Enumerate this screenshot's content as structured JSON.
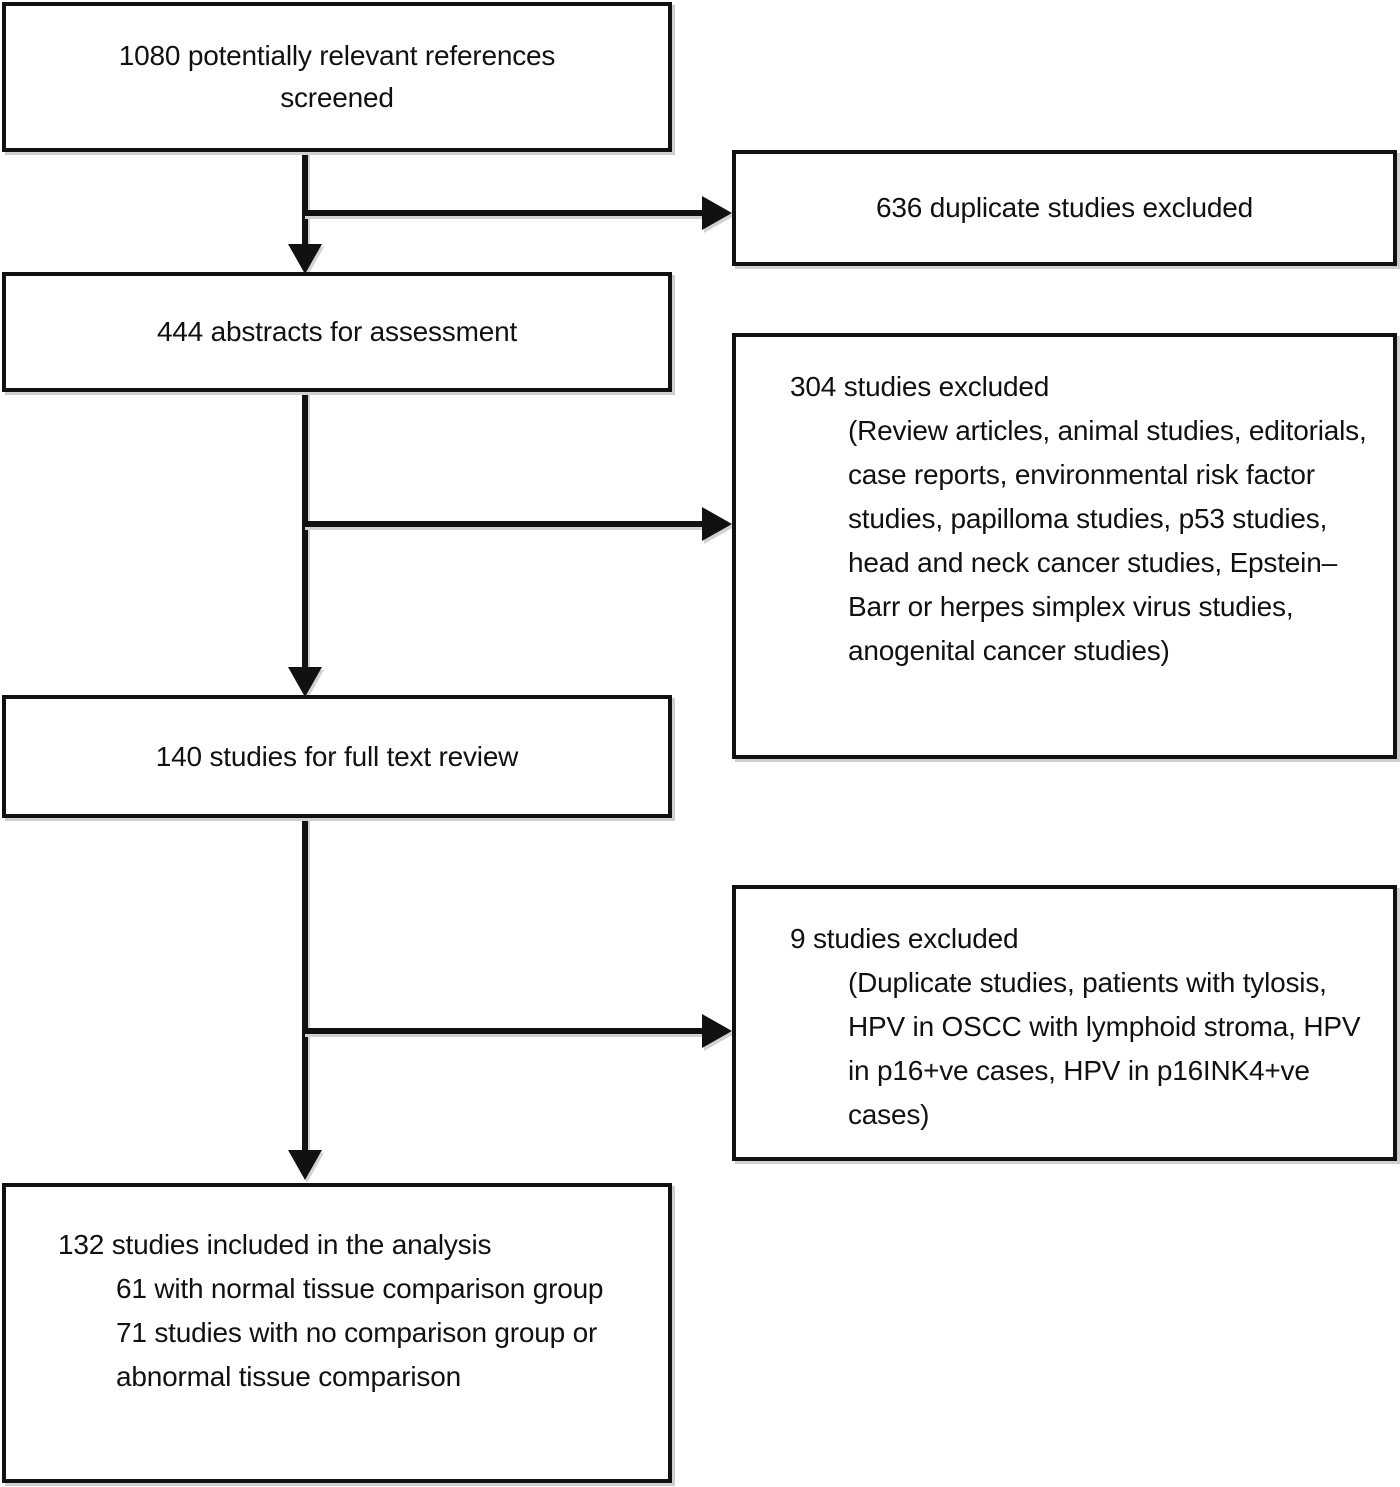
{
  "diagram": {
    "type": "prisma-study-selection-flowchart",
    "boxes": {
      "screened": {
        "text": "1080 potentially relevant references\nscreened",
        "count": 1080
      },
      "duplicates_excluded": {
        "text": "636 duplicate studies excluded",
        "count": 636
      },
      "abstracts": {
        "text": "444 abstracts for assessment",
        "count": 444
      },
      "abstracts_excluded": {
        "heading": "304 studies excluded",
        "detail": "(Review articles, animal studies, editorials, case reports, environmental risk factor studies, papilloma studies, p53 studies, head and neck cancer studies, Epstein–Barr or herpes simplex virus studies, anogenital cancer studies)",
        "count": 304
      },
      "fulltext": {
        "text": "140 studies for full text review",
        "count": 140
      },
      "fulltext_excluded": {
        "heading": "9 studies excluded",
        "detail": "(Duplicate studies, patients with tylosis, HPV in OSCC with lymphoid stroma, HPV in p16+ve cases, HPV in p16INK4+ve cases)",
        "count": 9
      },
      "included": {
        "line1": "132 studies included in the analysis",
        "line2": "61 with normal tissue comparison group",
        "line3": "71 studies with no comparison group or abnormal tissue comparison",
        "count": 132
      }
    },
    "colors": {
      "stroke": "#111111",
      "shadow": "#d2d2d2",
      "background": "#ffffff"
    }
  }
}
